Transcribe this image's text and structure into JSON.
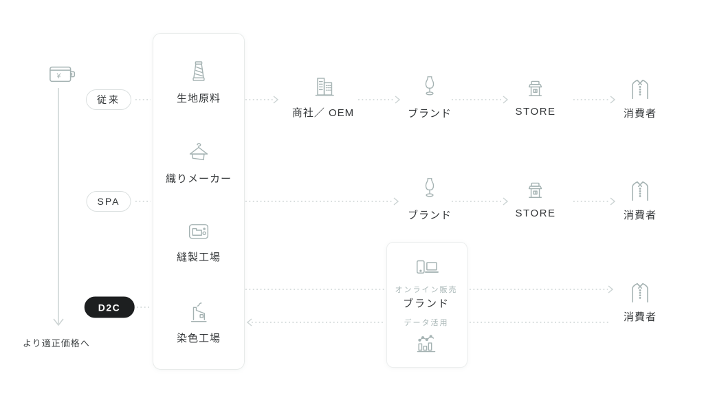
{
  "diagram": {
    "title_hint": "apparel supply-chain models comparison",
    "price_axis": {
      "currency_symbol": "¥",
      "label": "より適正価格へ",
      "wallet_icon": "wallet-icon",
      "direction": "down"
    },
    "models": {
      "traditional": "従来",
      "spa": "SPA",
      "d2c": "D2C"
    },
    "supply_card": {
      "items": [
        {
          "label": "生地原料",
          "icon": "thread-spool-icon"
        },
        {
          "label": "織りメーカー",
          "icon": "hanger-icon"
        },
        {
          "label": "縫製工場",
          "icon": "sewing-machine-icon"
        },
        {
          "label": "染色工場",
          "icon": "factory-icon"
        }
      ]
    },
    "traditional_row": {
      "nodes": [
        {
          "label": "商社／ OEM",
          "icon": "office-building-icon"
        },
        {
          "label": "ブランド",
          "icon": "mannequin-icon"
        },
        {
          "label": "STORE",
          "icon": "storefront-icon"
        },
        {
          "label": "消費者",
          "icon": "shirt-icon"
        }
      ]
    },
    "spa_row": {
      "nodes": [
        {
          "label": "ブランド",
          "icon": "mannequin-icon"
        },
        {
          "label": "STORE",
          "icon": "storefront-icon"
        },
        {
          "label": "消費者",
          "icon": "shirt-icon"
        }
      ]
    },
    "d2c_row": {
      "brand_card": {
        "devices_icon": "devices-icon",
        "online_sales_label": "オンライン販売",
        "brand_label": "ブランド",
        "data_usage_label": "データ活用",
        "chart_icon": "bar-chart-icon"
      },
      "consumer": {
        "label": "消費者",
        "icon": "shirt-icon"
      }
    },
    "colors": {
      "icon_stroke": "#a4b2b2",
      "dash_line": "#cbd3d3",
      "text_dark": "#333638",
      "text_light": "#a9b7b7",
      "d2c_pill_bg": "#1d1f20",
      "pill_border": "#dadfdf",
      "card_border": "#e8ebea"
    }
  }
}
